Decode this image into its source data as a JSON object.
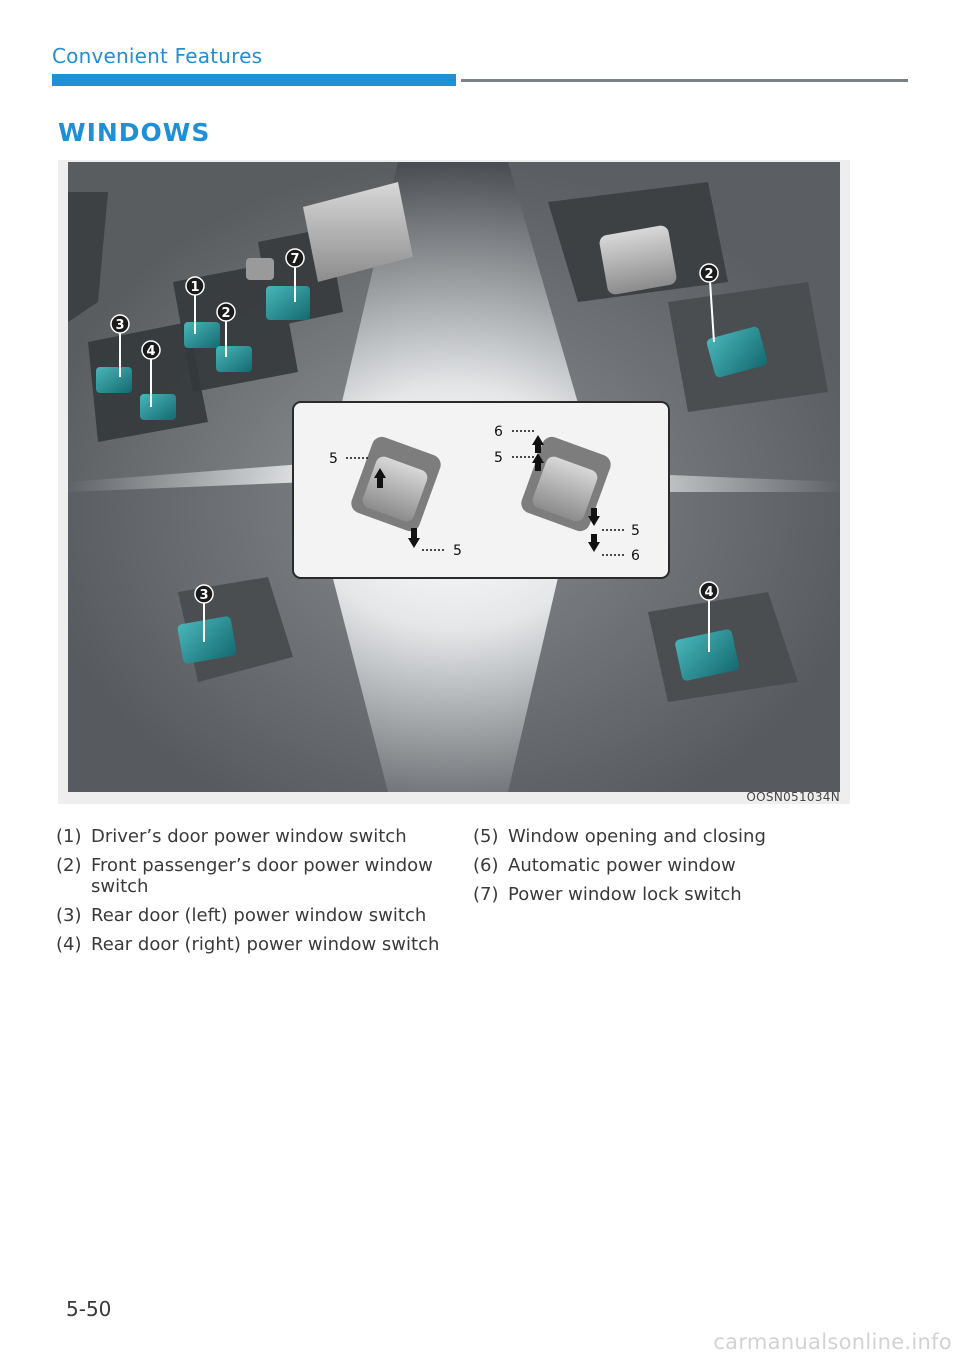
{
  "header": {
    "section_title": "Convenient Features"
  },
  "page": {
    "heading": "WINDOWS",
    "number": "5-50"
  },
  "figure": {
    "code": "OOSN051034N",
    "callouts": {
      "c1": "1",
      "c2": "2",
      "c3": "3",
      "c4": "4",
      "c7": "7",
      "p2": "2",
      "r3": "3",
      "r4": "4"
    },
    "inset_labels": {
      "a5up": "5",
      "a5down": "5",
      "b6up": "6",
      "b5up": "5",
      "b5down": "5",
      "b6down": "6"
    }
  },
  "legend": {
    "left": [
      {
        "num": "(1)",
        "text": "Driver’s door power window switch"
      },
      {
        "num": "(2)",
        "text": "Front passenger’s door power window switch"
      },
      {
        "num": "(3)",
        "text": "Rear door (left) power window switch"
      },
      {
        "num": "(4)",
        "text": "Rear door (right) power window switch"
      }
    ],
    "right": [
      {
        "num": "(5)",
        "text": "Window opening and closing"
      },
      {
        "num": "(6)",
        "text": "Automatic power window"
      },
      {
        "num": "(7)",
        "text": "Power window lock switch"
      }
    ]
  },
  "watermark": "carmanualsonline.info",
  "colors": {
    "accent": "#1f8fd6",
    "switch_teal": "#1e8a90",
    "rule_grey": "#7a8288"
  }
}
